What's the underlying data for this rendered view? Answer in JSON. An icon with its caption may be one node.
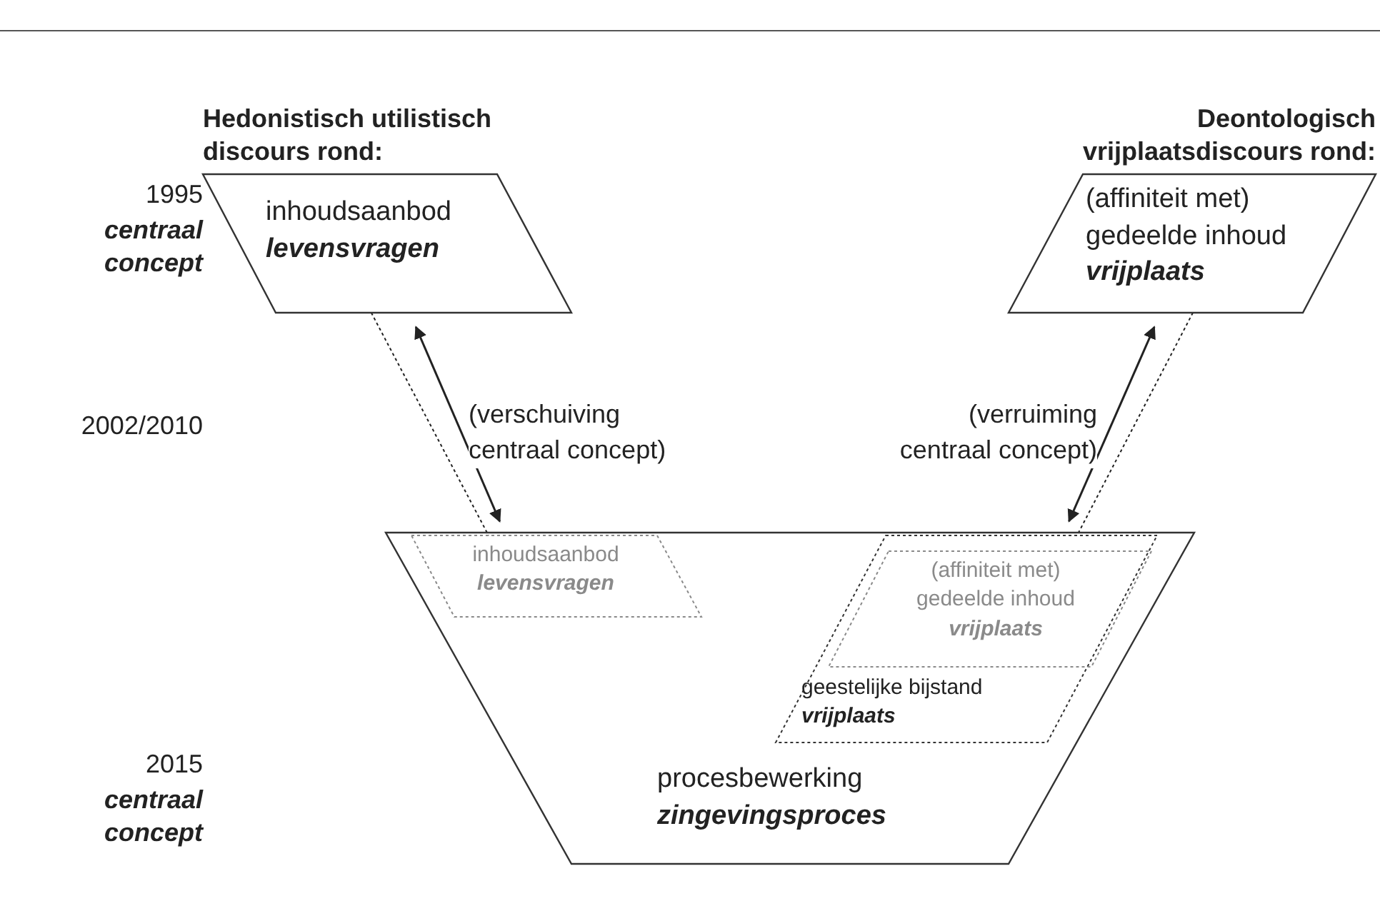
{
  "diagram": {
    "nodes": [
      {
        "text": [
          "inhoudsaanbod",
          "levensvragen"
        ]
      },
      {
        "text": [
          "(affiniteit met) gedeelde inhoud",
          "vrijplaats"
        ]
      },
      {
        "text": [
          "procesbewerking",
          "zingevingsproces"
        ]
      },
      {
        "text": [
          "inhoudsaanbod",
          "levensvragen"
        ],
        "in": 2
      },
      {
        "text": [
          "geestelijke bijstand",
          "vrijplaats"
        ],
        "in": 2
      },
      {
        "text": [
          "(affiniteit met) gedeelde inhoud",
          "vrijplaats"
        ],
        "in": 4
      }
    ],
    "edges": [
      {
        "from": 0,
        "to": 3,
        "arrow": "none",
        "style": "dashed"
      },
      {
        "from": 0,
        "to": 2,
        "arrow": "both",
        "label": "(verschuiving centraal concept)"
      },
      {
        "from": 1,
        "to": 2,
        "arrow": "both",
        "label": "(verruiming centraal concept)"
      },
      {
        "from": 1,
        "to": 4,
        "arrow": "none",
        "style": "dashed"
      }
    ],
    "labels": [
      "Hedonistisch utilistisch discours rond:",
      "Deontologisch vrijplaatsdiscours rond:",
      "1995",
      "centraal concept",
      "2002/2010",
      "2015",
      "centraal concept"
    ]
  }
}
